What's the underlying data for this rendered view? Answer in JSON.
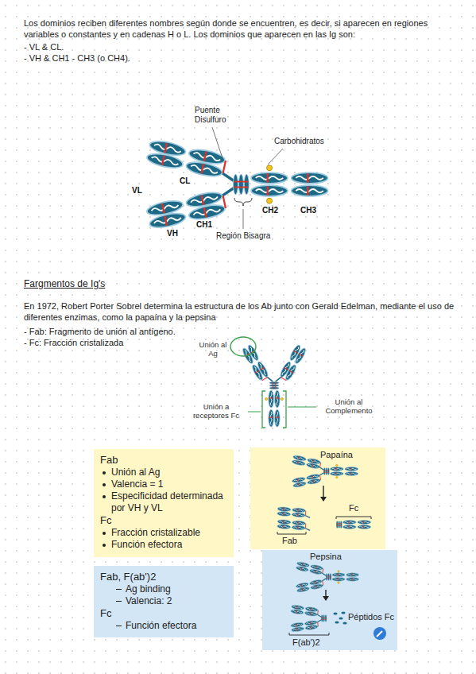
{
  "diagram": {
    "nodes": [
      {
        "text": [
          "Fab",
          "Unión al Ag",
          "Valencia = 1",
          "Especificidad determinada por VH y VL",
          "Fc",
          "Fracción cristalizable",
          "Función efectora"
        ]
      },
      {
        "text": [
          "Fab, F(ab')2",
          "Ag binding",
          "Valencia: 2",
          "Fc",
          "Función efectora"
        ]
      },
      {
        "text": [
          "Papaína",
          "Fab",
          "Fc"
        ]
      },
      {
        "text": [
          "Pepsina",
          "Péptidos Fc",
          "F(ab')2"
        ]
      }
    ],
    "labels": [
      "Los dominios reciben diferentes nombres según donde se encuentren, es decir, si aparecen en regiones variables o constantes y en cadenas H o L. Los dominios que aparecen en las Ig son:",
      "- VL & CL.",
      "- VH & CH1 - CH3 (o CH4).",
      "Puente Disulfuro",
      "Carbohidratos",
      "CL",
      "VL",
      "VH",
      "CH1",
      "CH2",
      "CH3",
      "Región Bisagra",
      "Fargmentos de Ig's",
      "En 1972, Robert Porter Sobrel determina la estructura de los Ab junto con Gerald Edelman, mediante el uso de diferentes enzimas, como la papaína y la pepsina",
      "- Fab: Fragmento de unión al antígeno.",
      "- Fc: Fracción cristalizada",
      "Unión al Ag",
      "Unión a receptores Fc",
      "Unión al Complemento"
    ]
  }
}
